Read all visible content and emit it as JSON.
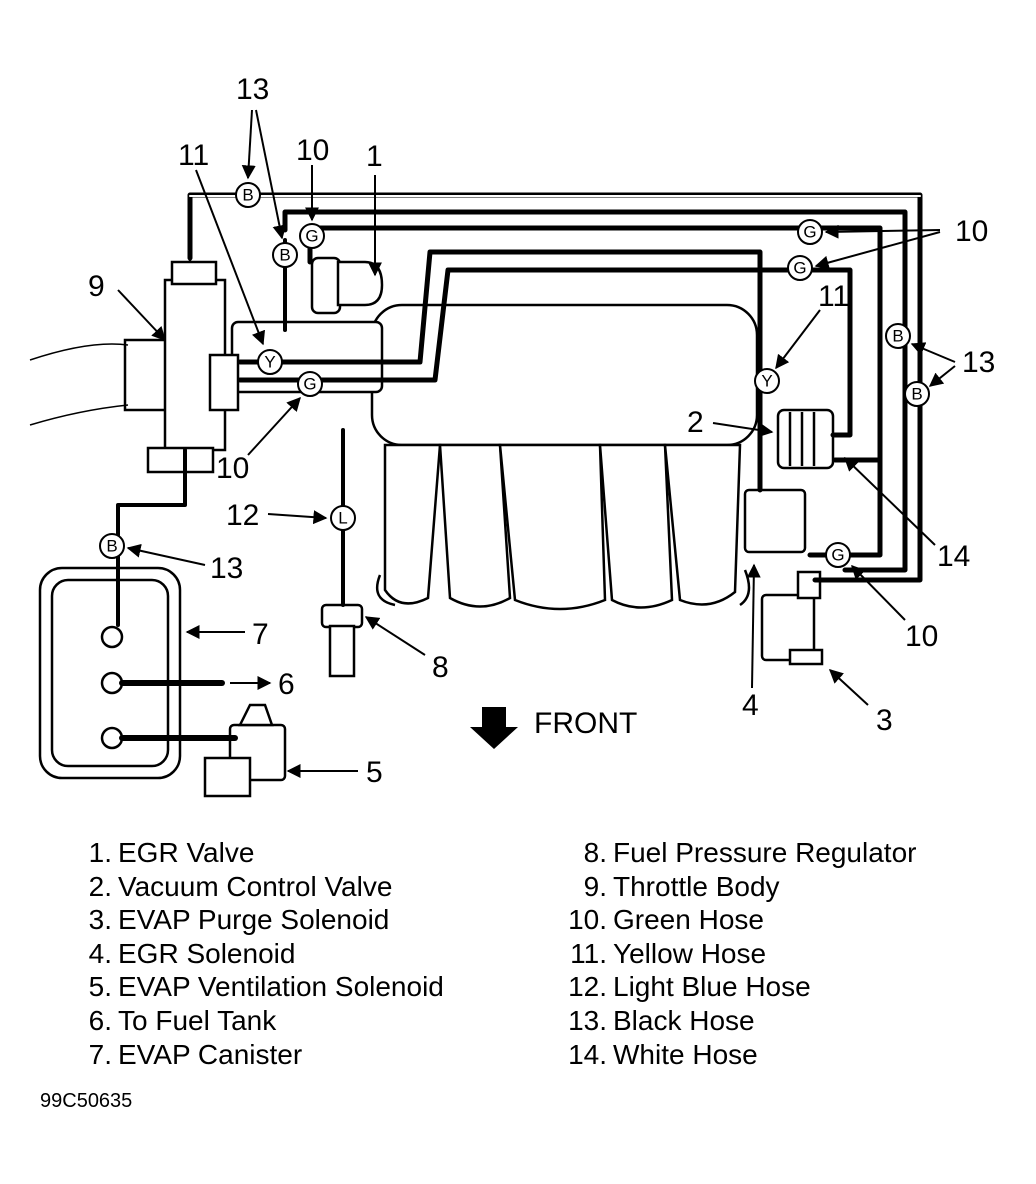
{
  "figure_id": "99C50635",
  "front_label": "FRONT",
  "callouts": [
    "13",
    "10",
    "1",
    "11",
    "9",
    "10",
    "12",
    "13",
    "7",
    "6",
    "5",
    "8",
    "10",
    "11",
    "13",
    "2",
    "14",
    "10",
    "4",
    "3"
  ],
  "hose_tags": [
    "B",
    "B",
    "G",
    "Y",
    "G",
    "L",
    "B",
    "G",
    "G",
    "Y",
    "B",
    "B",
    "G"
  ],
  "legend_left": [
    {
      "num": "1.",
      "label": "EGR Valve"
    },
    {
      "num": "2.",
      "label": "Vacuum Control Valve"
    },
    {
      "num": "3.",
      "label": "EVAP Purge Solenoid"
    },
    {
      "num": "4.",
      "label": "EGR Solenoid"
    },
    {
      "num": "5.",
      "label": "EVAP Ventilation Solenoid"
    },
    {
      "num": "6.",
      "label": "To Fuel Tank"
    },
    {
      "num": "7.",
      "label": "EVAP Canister"
    }
  ],
  "legend_right": [
    {
      "num": "8.",
      "label": "Fuel Pressure Regulator"
    },
    {
      "num": "9.",
      "label": "Throttle Body"
    },
    {
      "num": "10.",
      "label": "Green Hose"
    },
    {
      "num": "11.",
      "label": "Yellow Hose"
    },
    {
      "num": "12.",
      "label": "Light Blue Hose"
    },
    {
      "num": "13.",
      "label": "Black Hose"
    },
    {
      "num": "14.",
      "label": "White Hose"
    }
  ]
}
